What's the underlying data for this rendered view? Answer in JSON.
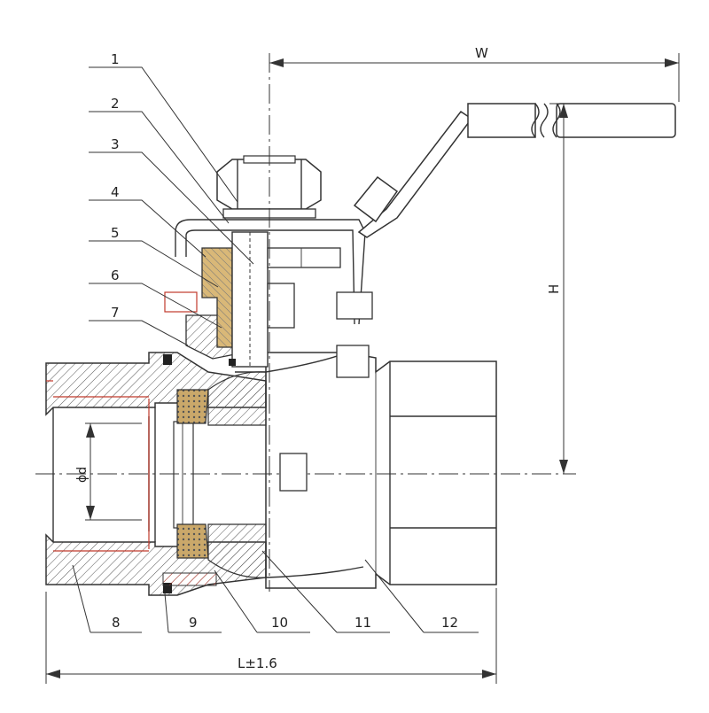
{
  "callouts": [
    "1",
    "2",
    "3",
    "4",
    "5",
    "6",
    "7",
    "8",
    "9",
    "10",
    "11",
    "12"
  ],
  "dimensions": {
    "width": "W",
    "height": "H",
    "length": "L±1.6",
    "bore": "ϕd"
  },
  "colors": {
    "line": "#333333",
    "section_red": "#c0392b",
    "gasket": "#caa86a"
  }
}
